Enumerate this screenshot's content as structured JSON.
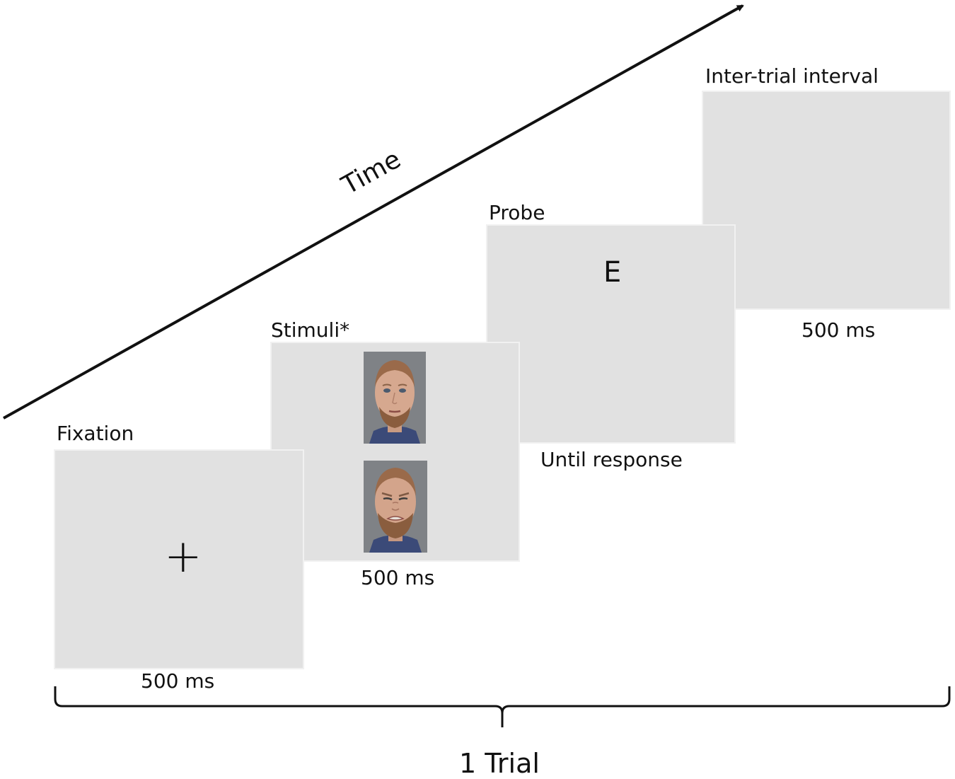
{
  "time_label": "Time",
  "screens": {
    "fixation": {
      "title": "Fixation",
      "symbol": "+",
      "duration": "500 ms"
    },
    "stimuli": {
      "title": "Stimuli*",
      "duration": "500 ms",
      "faces": [
        "neutral-face",
        "disgust-face"
      ]
    },
    "probe": {
      "title": "Probe",
      "symbol": "E",
      "duration": "Until response"
    },
    "iti": {
      "title": "Inter-trial interval",
      "duration": "500 ms"
    }
  },
  "trial_label": "1 Trial",
  "colors": {
    "screen": "#e1e1e1",
    "line": "#111111"
  }
}
